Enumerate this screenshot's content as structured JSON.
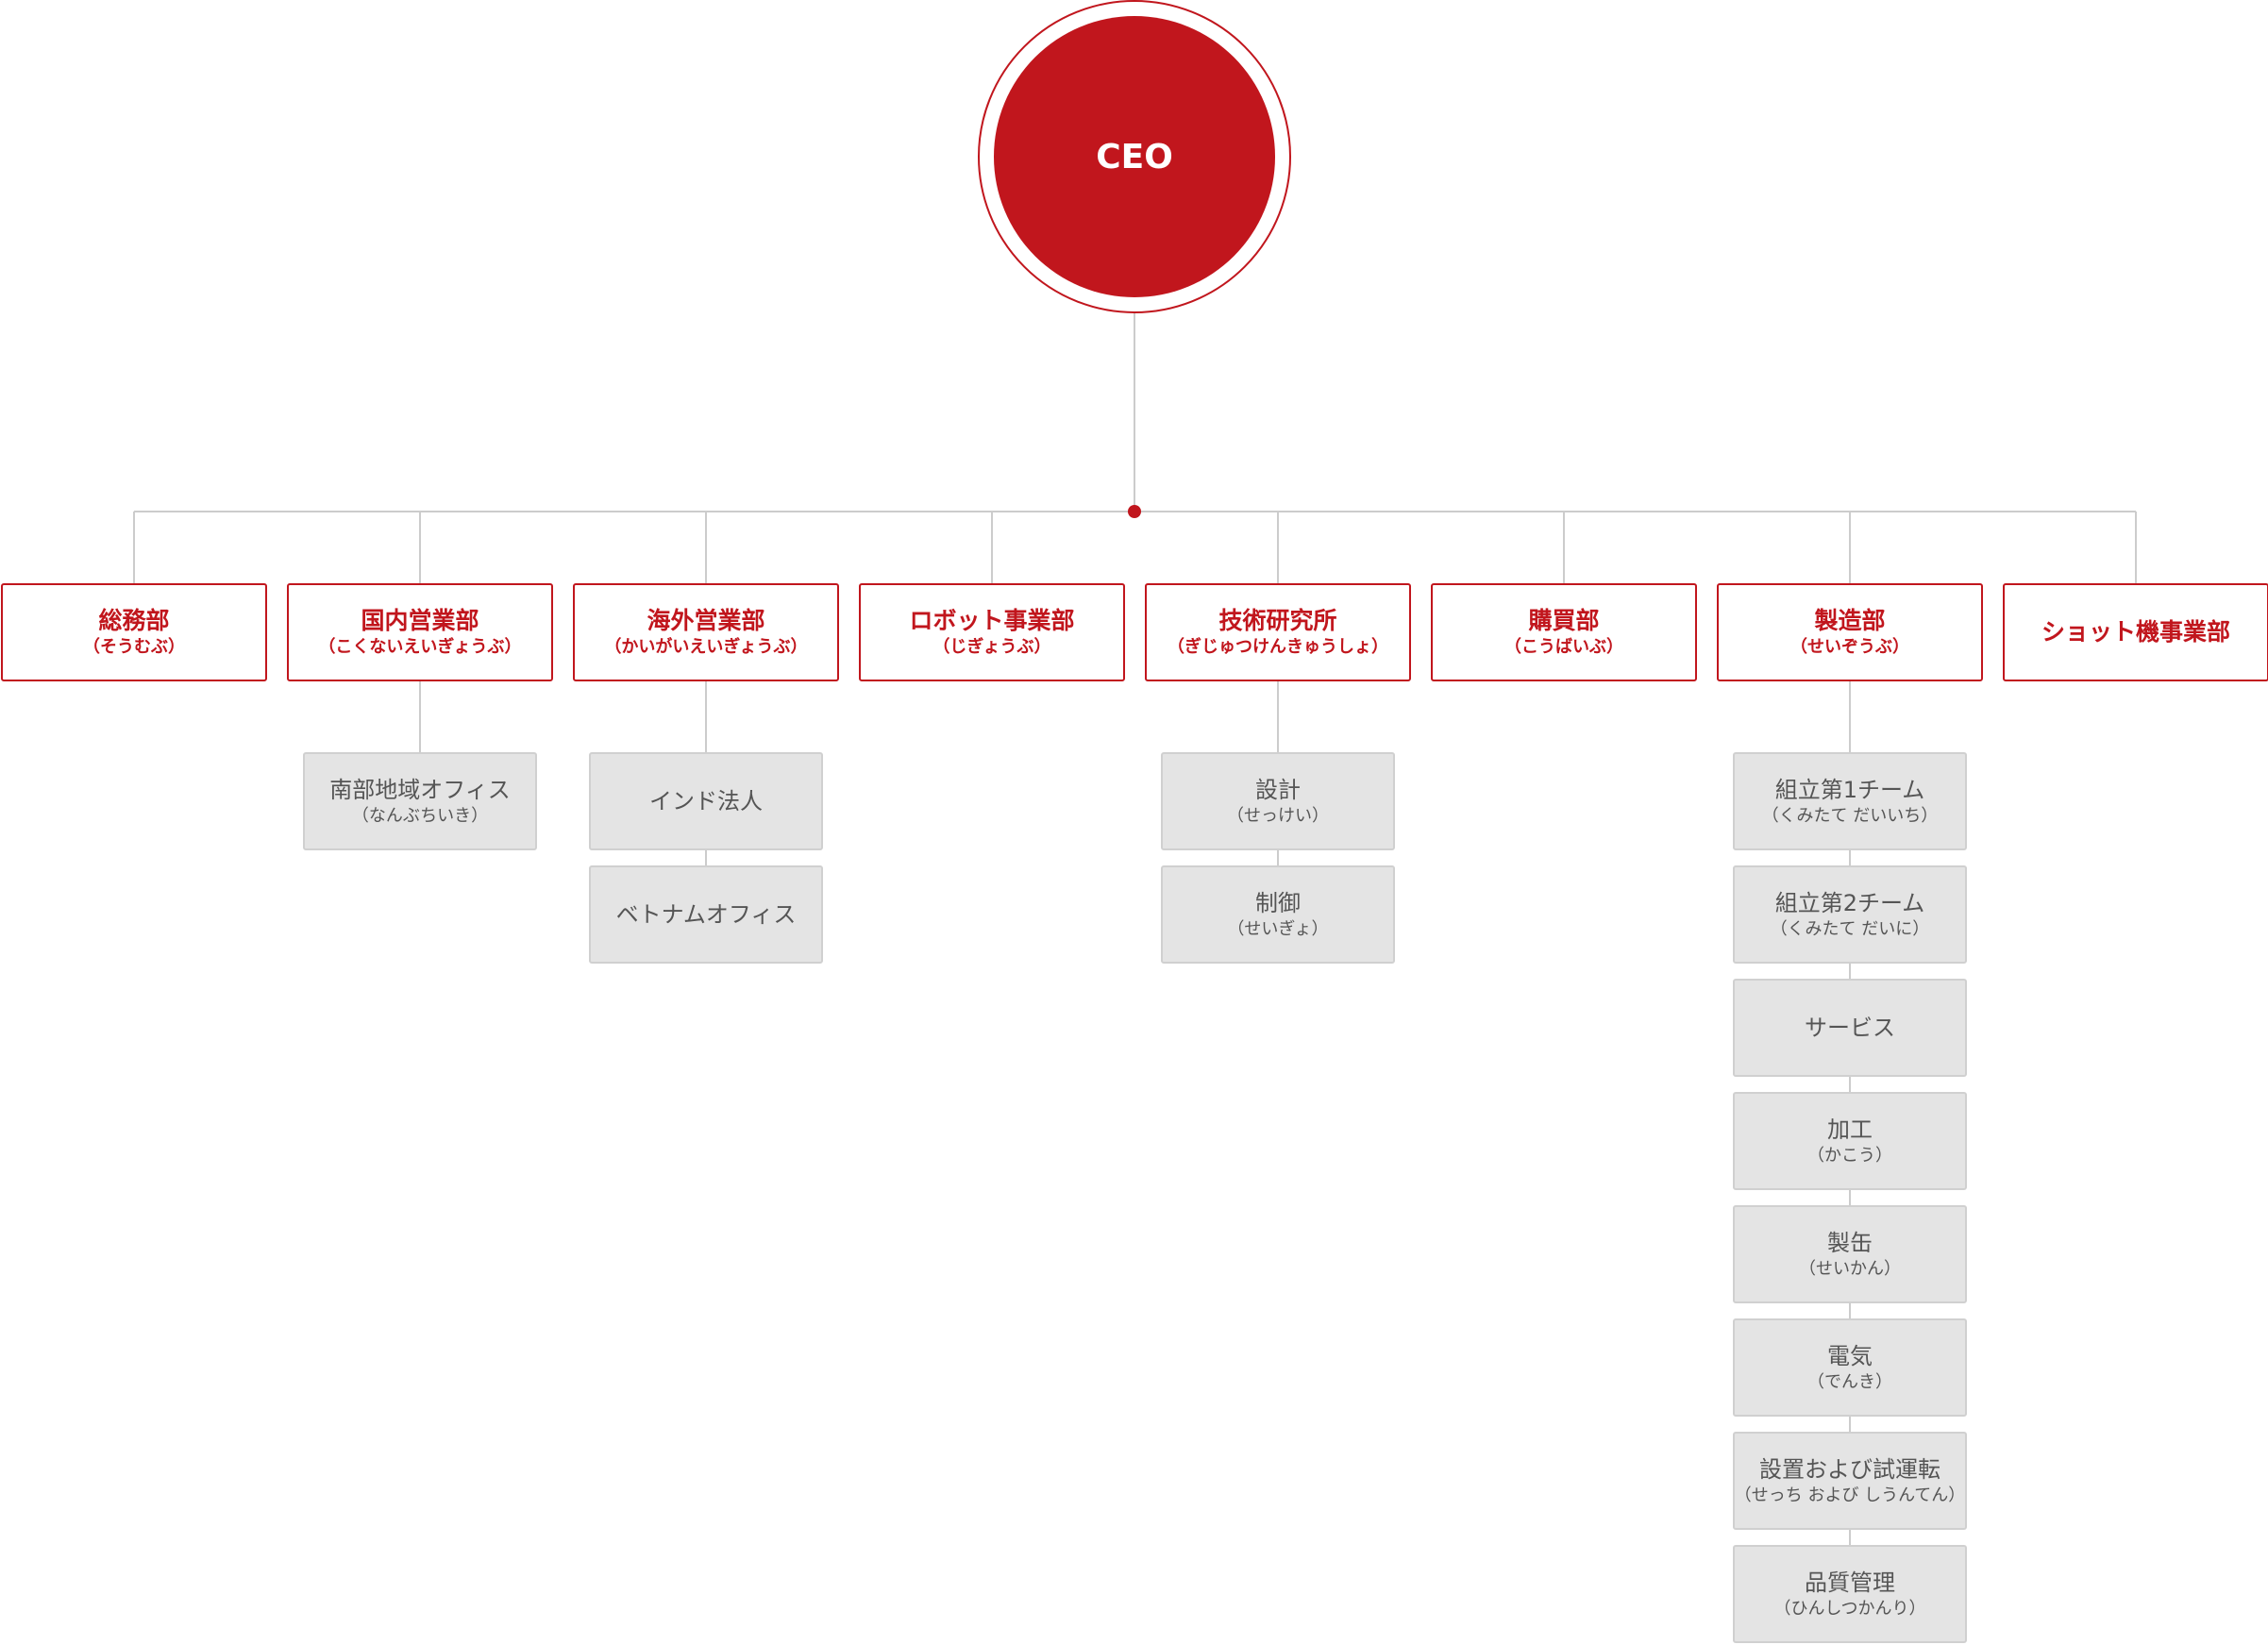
{
  "ceo": {
    "label": "CEO"
  },
  "departments": [
    {
      "key": "soumu",
      "title": "総務部",
      "reading": "（そうむぶ）"
    },
    {
      "key": "kokunai",
      "title": "国内営業部",
      "reading": "（こくないえいぎょうぶ）"
    },
    {
      "key": "kaigai",
      "title": "海外営業部",
      "reading": "（かいがいえいぎょうぶ）"
    },
    {
      "key": "robot",
      "title": "ロボット事業部",
      "reading": "（じぎょうぶ）"
    },
    {
      "key": "gijutsu",
      "title": "技術研究所",
      "reading": "（ぎじゅつけんきゅうしょ）"
    },
    {
      "key": "koubai",
      "title": "購買部",
      "reading": "（こうばいぶ）"
    },
    {
      "key": "seizou",
      "title": "製造部",
      "reading": "（せいぞうぶ）"
    },
    {
      "key": "shot",
      "title": "ショット機事業部",
      "reading": ""
    }
  ],
  "units": {
    "kokunai": [
      {
        "title": "南部地域オフィス",
        "reading": "（なんぶちいき）"
      }
    ],
    "kaigai": [
      {
        "title": "インド法人",
        "reading": ""
      },
      {
        "title": "ベトナムオフィス",
        "reading": ""
      }
    ],
    "gijutsu": [
      {
        "title": "設計",
        "reading": "（せっけい）"
      },
      {
        "title": "制御",
        "reading": "（せいぎょ）"
      }
    ],
    "seizou": [
      {
        "title": "組立第1チーム",
        "reading": "（くみたて だいいち）"
      },
      {
        "title": "組立第2チーム",
        "reading": "（くみたて だいに）"
      },
      {
        "title": "サービス",
        "reading": ""
      },
      {
        "title": "加工",
        "reading": "（かこう）"
      },
      {
        "title": "製缶",
        "reading": "（せいかん）"
      },
      {
        "title": "電気",
        "reading": "（でんき）"
      },
      {
        "title": "設置および試運転",
        "reading": "（せっち および しうんてん）"
      },
      {
        "title": "品質管理",
        "reading": "（ひんしつかんり）"
      }
    ]
  },
  "colors": {
    "accent": "#c1161d",
    "line": "#cccccc",
    "unit_bg": "#e4e4e4",
    "unit_text": "#555555"
  }
}
